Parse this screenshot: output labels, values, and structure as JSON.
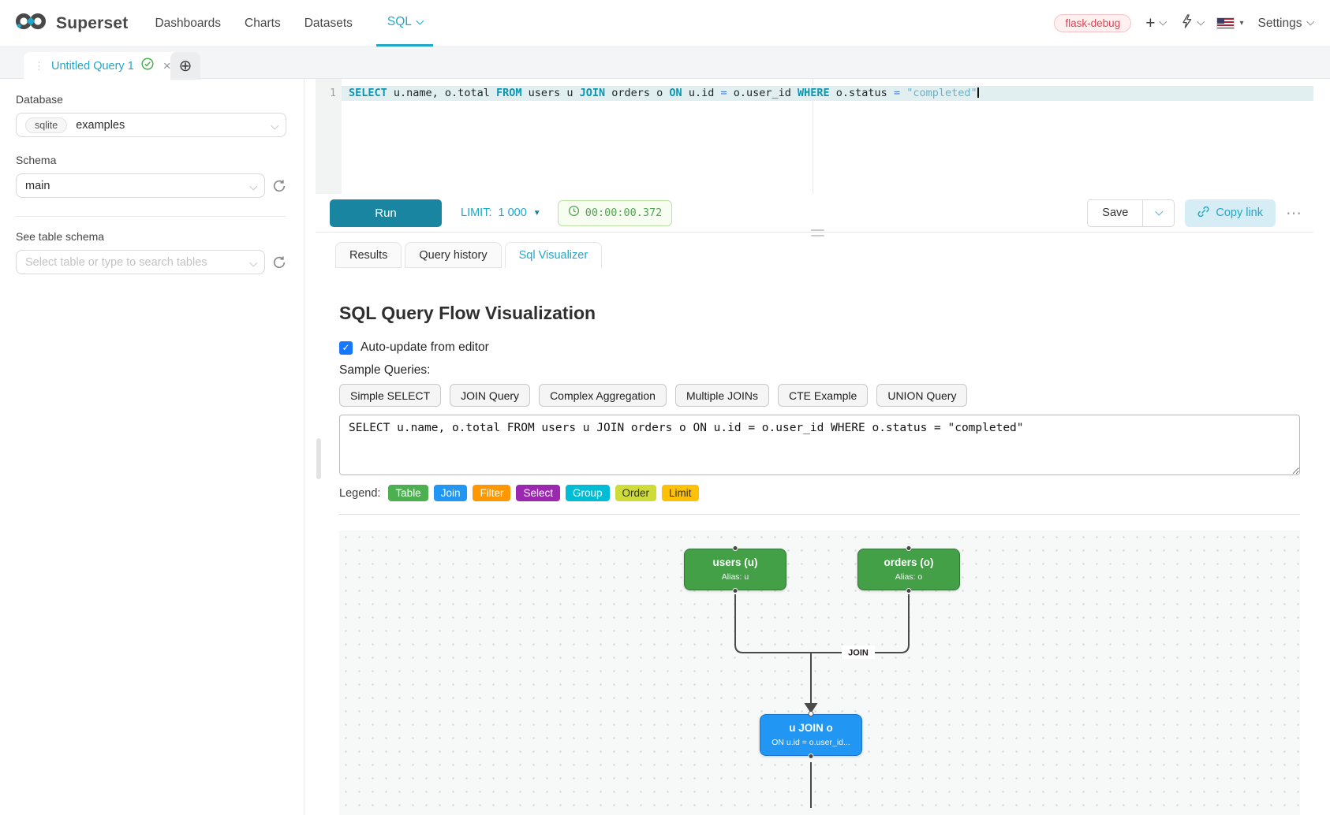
{
  "nav": {
    "brand": "Superset",
    "items": [
      {
        "label": "Dashboards"
      },
      {
        "label": "Charts"
      },
      {
        "label": "Datasets"
      },
      {
        "label": "SQL"
      }
    ],
    "env_badge": "flask-debug",
    "plus_glyph": "+",
    "settings_label": "Settings"
  },
  "tabs": {
    "active_title": "Untitled Query 1",
    "grip_glyph": "⋮",
    "close_glyph": "×",
    "add_glyph": "⊕"
  },
  "sidebar": {
    "database_label": "Database",
    "database_engine": "sqlite",
    "database_value": "examples",
    "schema_label": "Schema",
    "schema_value": "main",
    "table_label": "See table schema",
    "table_placeholder": "Select table or type to search tables"
  },
  "editor": {
    "line_number": "1",
    "tokens": [
      "SELECT",
      " u.name, o.total ",
      "FROM",
      " users u ",
      "JOIN",
      " orders o ",
      "ON",
      " u.id ",
      "=",
      " o.user_id ",
      "WHERE",
      " o.status ",
      "=",
      " ",
      "\"completed\""
    ]
  },
  "toolbar": {
    "run_label": "Run",
    "limit_label": "LIMIT:",
    "limit_value": "1 000",
    "limit_caret": "▼",
    "timer_value": "00:00:00.372",
    "save_label": "Save",
    "copy_link_label": "Copy link",
    "more_glyph": "⋯"
  },
  "result_tabs": [
    {
      "label": "Results"
    },
    {
      "label": "Query history"
    },
    {
      "label": "Sql Visualizer"
    }
  ],
  "viz": {
    "title": "SQL Query Flow Visualization",
    "auto_update_label": "Auto-update from editor",
    "auto_update_checked": true,
    "check_glyph": "✓",
    "sample_label": "Sample Queries:",
    "sample_buttons": [
      "Simple SELECT",
      "JOIN Query",
      "Complex Aggregation",
      "Multiple JOINs",
      "CTE Example",
      "UNION Query"
    ],
    "query_text": "SELECT u.name, o.total FROM users u JOIN orders o ON u.id = o.user_id WHERE o.status = \"completed\"",
    "legend_label": "Legend:",
    "legend": [
      {
        "label": "Table",
        "bg": "#4caf50",
        "fg": "#ffffff",
        "style": "background:#4caf50;color:#ffffff"
      },
      {
        "label": "Join",
        "bg": "#2196f3",
        "fg": "#ffffff",
        "style": "background:#2196f3;color:#ffffff"
      },
      {
        "label": "Filter",
        "bg": "#ff9800",
        "fg": "#ffffff",
        "style": "background:#ff9800;color:#ffffff"
      },
      {
        "label": "Select",
        "bg": "#9c27b0",
        "fg": "#ffffff",
        "style": "background:#9c27b0;color:#ffffff"
      },
      {
        "label": "Group",
        "bg": "#00bcd4",
        "fg": "#ffffff",
        "style": "background:#00bcd4;color:#ffffff"
      },
      {
        "label": "Order",
        "bg": "#cddc39",
        "fg": "#333333",
        "style": "background:#cddc39;color:#333333"
      },
      {
        "label": "Limit",
        "bg": "#ffc107",
        "fg": "#333333",
        "style": "background:#ffc107;color:#333333"
      }
    ],
    "edge_label": "JOIN",
    "nodes": [
      {
        "title": "users (u)",
        "subtitle": "Alias: u",
        "bg": "#43a047",
        "border": "#337437",
        "style": "background:#43a047;border-color:#337437"
      },
      {
        "title": "orders (o)",
        "subtitle": "Alias: o",
        "bg": "#43a047",
        "border": "#337437",
        "style": "background:#43a047;border-color:#337437"
      },
      {
        "title": "u JOIN o",
        "subtitle": "ON u.id = o.user_id...",
        "bg": "#2196f3",
        "border": "#1b74cf",
        "style": "background:#2196f3;border-color:#1b74cf"
      }
    ]
  },
  "colors": {
    "accent": "#20a7c9",
    "run_button": "#1a85a0",
    "timer_green": "#56a356",
    "badge_red": "#e04355"
  }
}
